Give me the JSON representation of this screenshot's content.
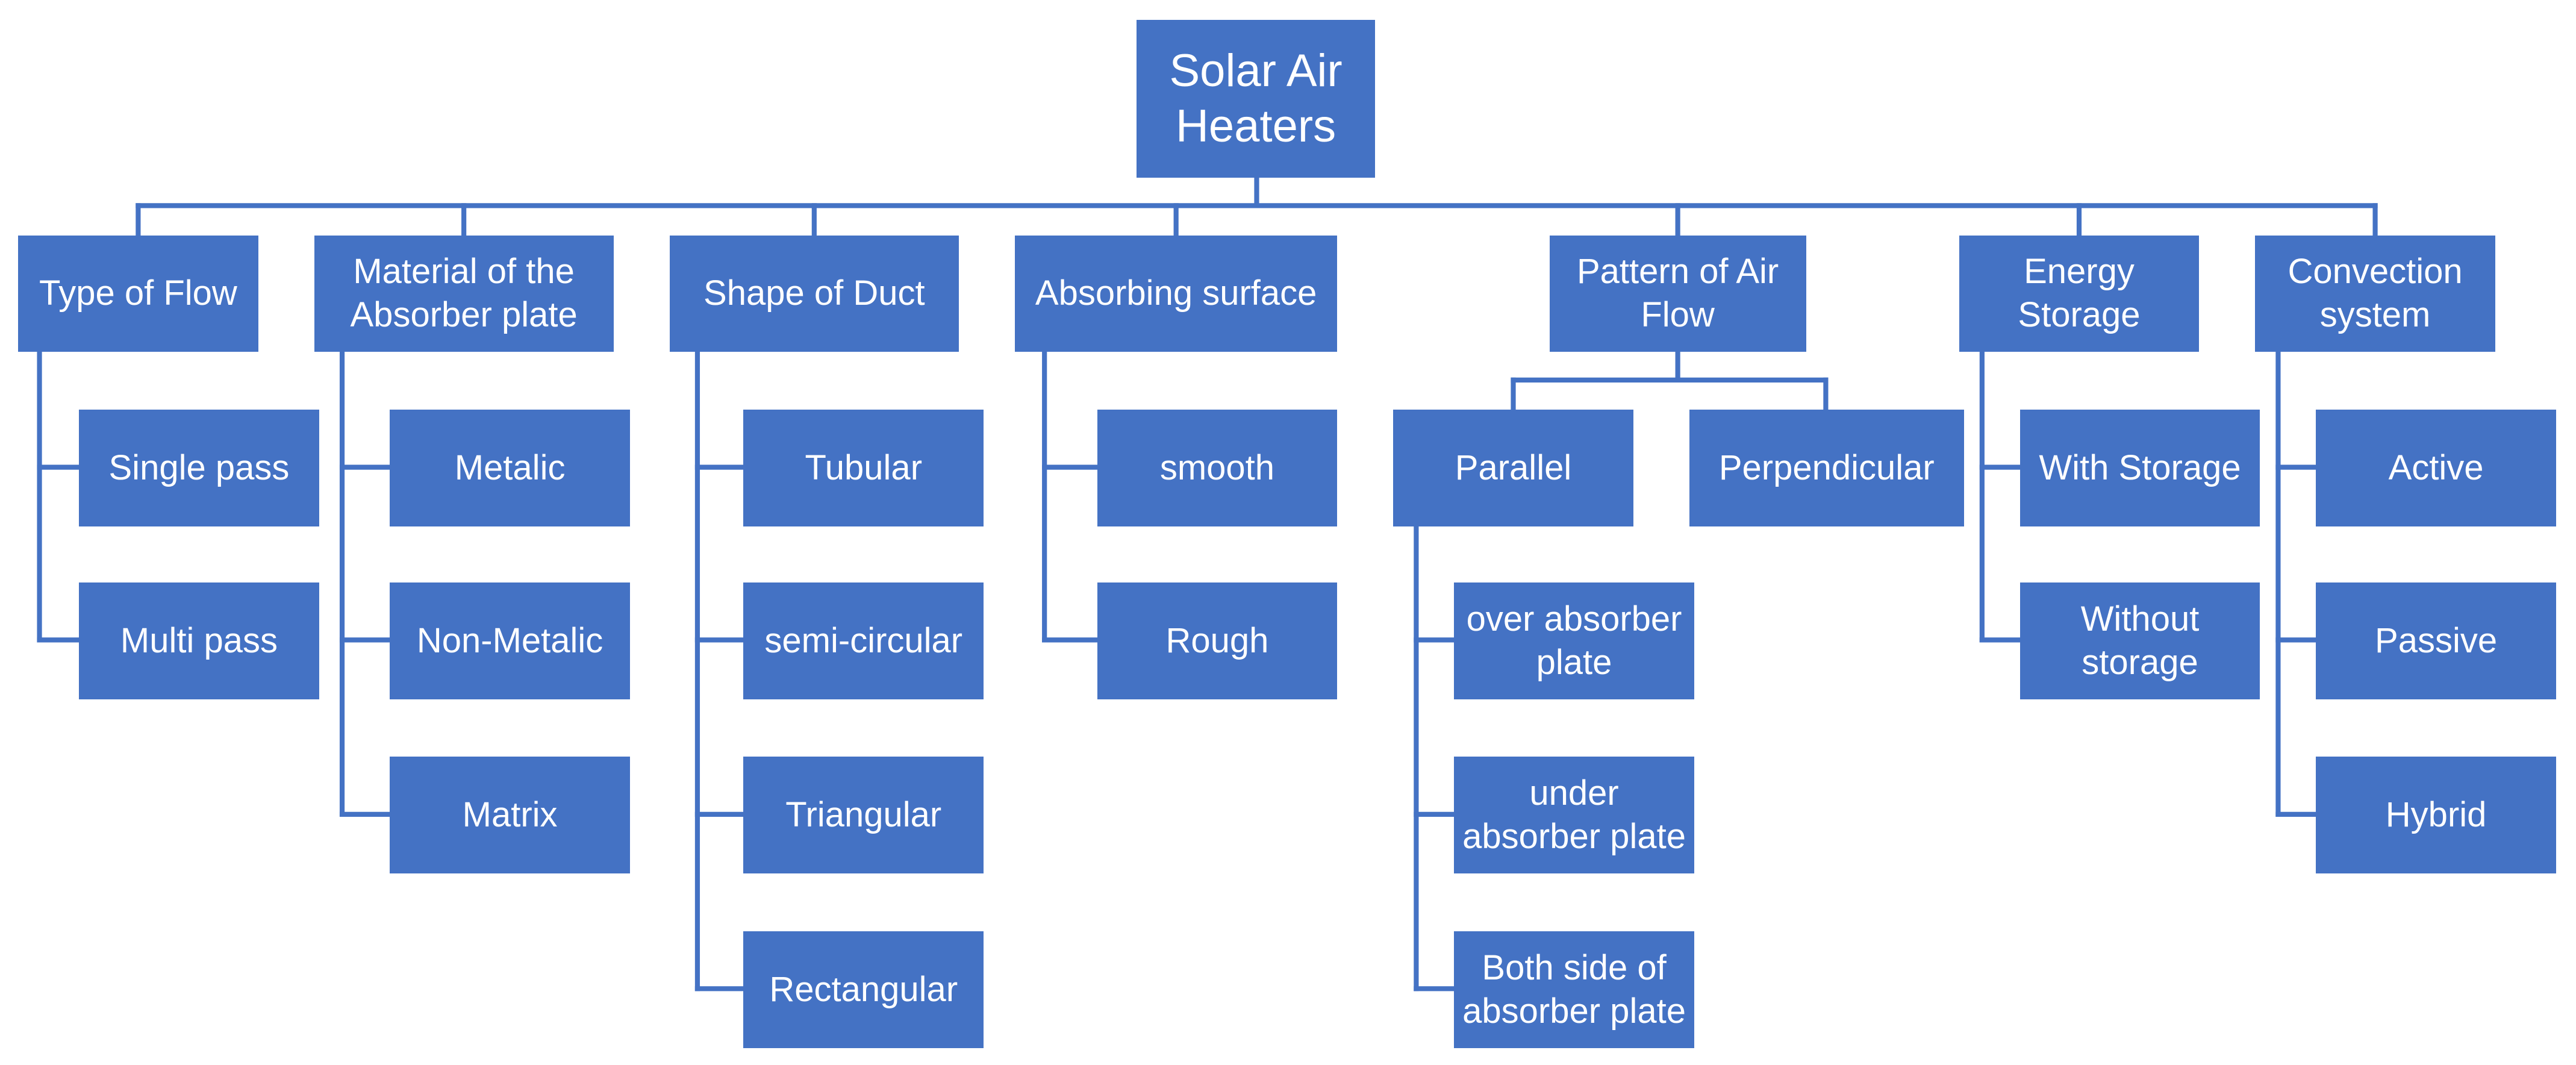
{
  "diagram": {
    "colors": {
      "box": "#4472C4",
      "connector": "#4472C4",
      "text": "#FFFFFF"
    },
    "root": "Solar Air\nHeaters",
    "categories": [
      {
        "label": "Type of Flow",
        "items": [
          "Single pass",
          "Multi pass"
        ]
      },
      {
        "label": "Material of the\nAbsorber plate",
        "items": [
          "Metalic",
          "Non-Metalic",
          "Matrix"
        ]
      },
      {
        "label": "Shape of Duct",
        "items": [
          "Tubular",
          "semi-circular",
          "Triangular",
          "Rectangular"
        ]
      },
      {
        "label": "Absorbing surface",
        "items": [
          "smooth",
          "Rough"
        ]
      },
      {
        "label": "Pattern of Air\nFlow",
        "groups": [
          {
            "label": "Parallel",
            "items": [
              "over absorber\nplate",
              "under\nabsorber plate",
              "Both side of\nabsorber plate"
            ]
          },
          {
            "label": "Perpendicular",
            "items": []
          }
        ]
      },
      {
        "label": "Energy\nStorage",
        "items": [
          "With Storage",
          "Without\nstorage"
        ]
      },
      {
        "label": "Convection\nsystem",
        "items": [
          "Active",
          "Passive",
          "Hybrid"
        ]
      }
    ]
  }
}
